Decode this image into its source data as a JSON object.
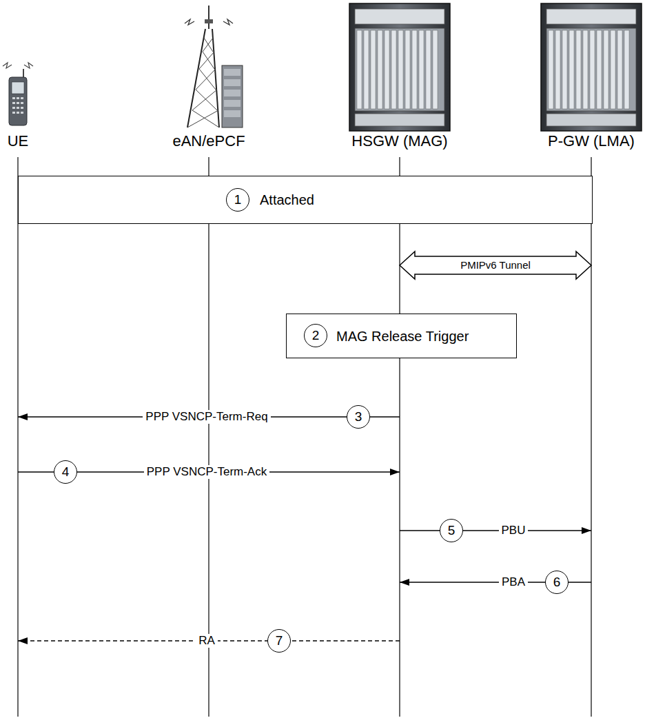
{
  "diagram": {
    "nodes": [
      {
        "text": [
          "UE"
        ]
      },
      {
        "text": [
          "eAN/ePCF"
        ]
      },
      {
        "text": [
          "HSGW (MAG)"
        ]
      },
      {
        "text": [
          "P-GW (LMA)"
        ]
      },
      {
        "text": [
          "Attached"
        ]
      },
      {
        "text": [
          "MAG Release Trigger"
        ]
      }
    ],
    "edges": [
      {
        "from": 2,
        "to": 3,
        "arrow": "both",
        "label": "PMIPv6 Tunnel"
      },
      {
        "from": 2,
        "to": 0,
        "arrow": "to",
        "label": "PPP VSNCP-Term-Req"
      },
      {
        "from": 0,
        "to": 2,
        "arrow": "to",
        "label": "PPP VSNCP-Term-Ack"
      },
      {
        "from": 2,
        "to": 3,
        "arrow": "to",
        "label": "PBU"
      },
      {
        "from": 3,
        "to": 2,
        "arrow": "to",
        "label": "PBA"
      },
      {
        "from": 2,
        "to": 0,
        "arrow": "to",
        "label": "RA"
      }
    ],
    "labels": [
      "1",
      "2",
      "3",
      "4",
      "5",
      "6",
      "7"
    ]
  }
}
